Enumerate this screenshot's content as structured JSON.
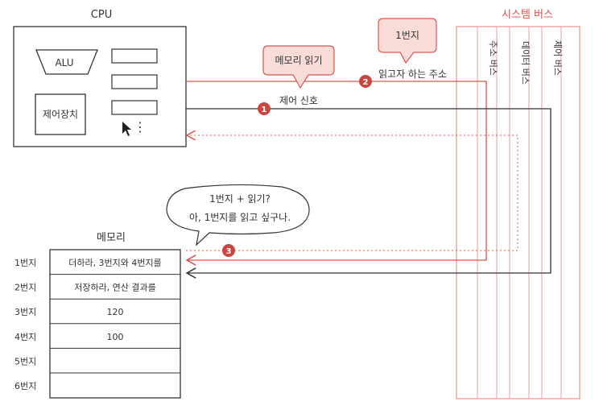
{
  "cpu": {
    "title": "CPU",
    "alu_label": "ALU",
    "control_unit_label": "제어장치",
    "dots": "⋮"
  },
  "system_bus": {
    "title": "시스템 버스",
    "address_bus": "주소 버스",
    "data_bus": "데이터 버스",
    "control_bus": "제어 버스"
  },
  "bubbles": {
    "address": "1번지",
    "memory_read": "메모리 읽기",
    "memory_thought_line1": "1번지 + 읽기?",
    "memory_thought_line2": "아, 1번지를 읽고 싶구나."
  },
  "signals": {
    "address_label": "읽고자 하는 주소",
    "control_label": "제어 신호",
    "step1": "1",
    "step2": "2",
    "step3": "3"
  },
  "memory": {
    "title": "메모리",
    "rows": [
      {
        "addr": "1번지",
        "value": "더하라, 3번지와 4번지를"
      },
      {
        "addr": "2번지",
        "value": "저장하라, 연산 결과를"
      },
      {
        "addr": "3번지",
        "value": "120"
      },
      {
        "addr": "4번지",
        "value": "100"
      },
      {
        "addr": "5번지",
        "value": ""
      },
      {
        "addr": "6번지",
        "value": ""
      }
    ]
  },
  "colors": {
    "accent": "#d9534f",
    "accent_light": "#ee9b95",
    "bubble_fill": "#f9dcd7",
    "ink": "#333333"
  }
}
